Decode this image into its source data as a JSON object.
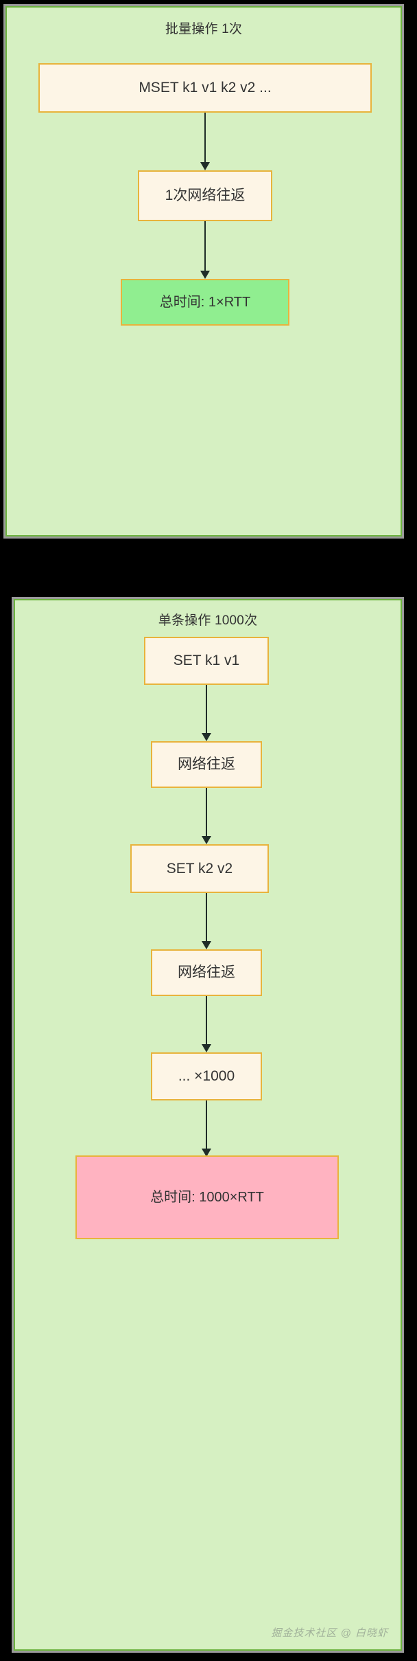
{
  "diagram": {
    "background_color": "#000000",
    "panel_fill": "#d6f0c2",
    "panel_border": "#6db33f",
    "panel_outline": "#9a9a9a",
    "node_fill": "#fdf5e6",
    "node_border": "#e8b33c",
    "arrow_color": "#1f2d28",
    "green_result_fill": "#90ee90",
    "pink_result_fill": "#ffb3c1"
  },
  "panels": [
    {
      "title": "批量操作 1次",
      "nodes": [
        {
          "label": "MSET k1 v1 k2 v2 ...",
          "kind": "command"
        },
        {
          "label": "1次网络往返",
          "kind": "step"
        },
        {
          "label": "总时间: 1×RTT",
          "kind": "result-green"
        }
      ]
    },
    {
      "title": "单条操作 1000次",
      "nodes": [
        {
          "label": "SET k1 v1",
          "kind": "command"
        },
        {
          "label": "网络往返",
          "kind": "step"
        },
        {
          "label": "SET k2 v2",
          "kind": "command"
        },
        {
          "label": "网络往返",
          "kind": "step"
        },
        {
          "label": "... ×1000",
          "kind": "step"
        },
        {
          "label": "总时间: 1000×RTT",
          "kind": "result-pink"
        }
      ]
    }
  ],
  "watermark": "掘金技术社区 @ 白晓虾"
}
